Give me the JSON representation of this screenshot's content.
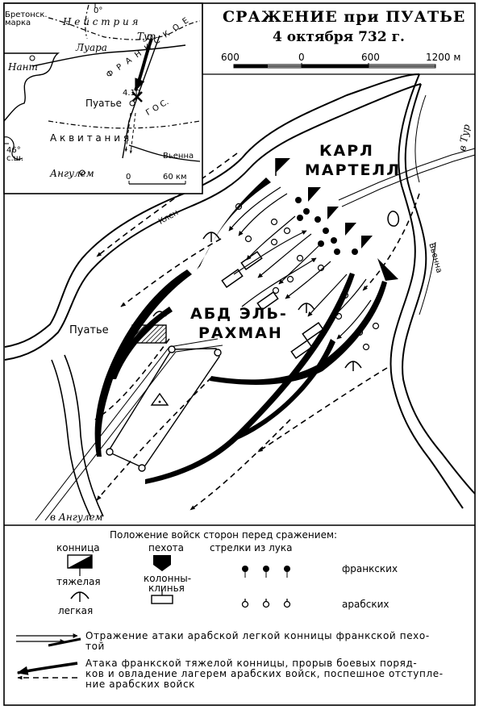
{
  "title": {
    "line1": "СРАЖЕНИЕ при ПУАТЬЕ",
    "line2": "4 октября 732 г."
  },
  "scale_bar": {
    "ticks": [
      "600",
      "0",
      "600",
      "1200 м"
    ]
  },
  "inset": {
    "labels": {
      "neustria": "Н е й с т р и я",
      "tours": "Тур",
      "loire": "Луара",
      "nantes": "Нант",
      "breton_march": "Бретонск. марка",
      "poitiers": "Пуатье",
      "date": "4.10",
      "frankish_state": "Ф Р А Н К С К О Е",
      "gos": "Г О С.",
      "aquitaine": "А к в и т а н и я",
      "vienne": "Вьенна",
      "angouleme": "Ангулем",
      "latitude": "46° с.ш.",
      "longitude": "0°",
      "scale_zero": "0",
      "scale_60": "60 км"
    }
  },
  "map": {
    "labels": {
      "karl": "КАРЛ",
      "martell": "МАРТЕЛЛ",
      "abd1": "АБД ЭЛЬ-",
      "abd2": "РАХМАН",
      "poitiers": "Пуатье",
      "clain": "Клен",
      "vienne": "Вьенна",
      "to_tours": "в Тур",
      "to_angouleme": "в Ангулем"
    }
  },
  "legend": {
    "heading": "Положение войск сторон перед сражением:",
    "cavalry": "конница",
    "infantry": "пехота",
    "archers": "стрелки из лука",
    "heavy": "тяжелая",
    "light": "легкая",
    "columns1": "колонны-",
    "columns2": "клинья",
    "frankish": "франкских",
    "arab": "арабских",
    "repulse1": "Отражение атаки арабской легкой конницы франкской пехо-",
    "repulse2": "той",
    "attack1": "Атака франкской тяжелой конницы, прорыв боевых поряд-",
    "attack2": "ков и овладение лагерем арабских войск, поспешное отступле-",
    "attack3": "ние арабских войск"
  },
  "icons": {
    "heavy_cavalry": "flag-icon",
    "light_cavalry": "arc-icon",
    "frankish_infantry": "pentagon-icon",
    "arab_column": "column-rect-icon",
    "frankish_archer": "filled-dot-icon",
    "arab_archer": "hollow-dot-icon",
    "camp": "tent-icon"
  },
  "colors": {
    "ink": "#000000",
    "paper": "#ffffff"
  }
}
